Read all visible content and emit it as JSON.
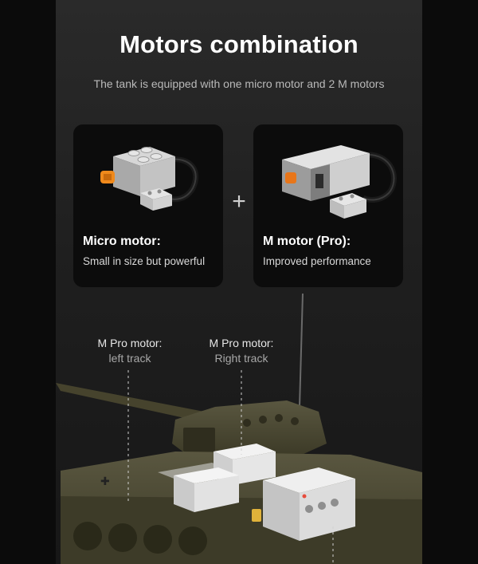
{
  "header": {
    "title": "Motors combination",
    "subtitle": "The tank is equipped with one micro motor and 2 M motors"
  },
  "cards": [
    {
      "title": "Micro motor:",
      "description": "Small in size but powerful"
    },
    {
      "title": "M motor (Pro):",
      "description": "Improved performance"
    }
  ],
  "plus": "+",
  "callouts": [
    {
      "line1": "M Pro motor:",
      "line2": "left track"
    },
    {
      "line1": "M Pro motor:",
      "line2": "Right track"
    }
  ],
  "colors": {
    "background": "#0b0b0b",
    "panel": "#262626",
    "card": "#0c0c0c",
    "brick_gray": "#bdbdbd",
    "accent_orange": "#f08a1c",
    "tank_olive": "#4d4a33"
  }
}
